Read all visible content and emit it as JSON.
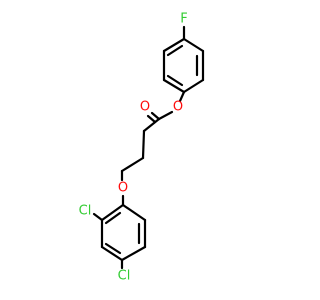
{
  "molecule": {
    "atoms": [
      {
        "id": "F",
        "label": "F",
        "color": "#33cc33"
      },
      {
        "id": "O_ester",
        "label": "O",
        "color": "#ff0d0d"
      },
      {
        "id": "O_carbonyl",
        "label": "O",
        "color": "#ff0d0d"
      },
      {
        "id": "O_ether",
        "label": "O",
        "color": "#ff0d0d"
      },
      {
        "id": "Cl_ortho",
        "label": "Cl",
        "color": "#33cc33"
      },
      {
        "id": "Cl_para",
        "label": "Cl",
        "color": "#33cc33"
      }
    ],
    "bond_color": "#000000"
  }
}
